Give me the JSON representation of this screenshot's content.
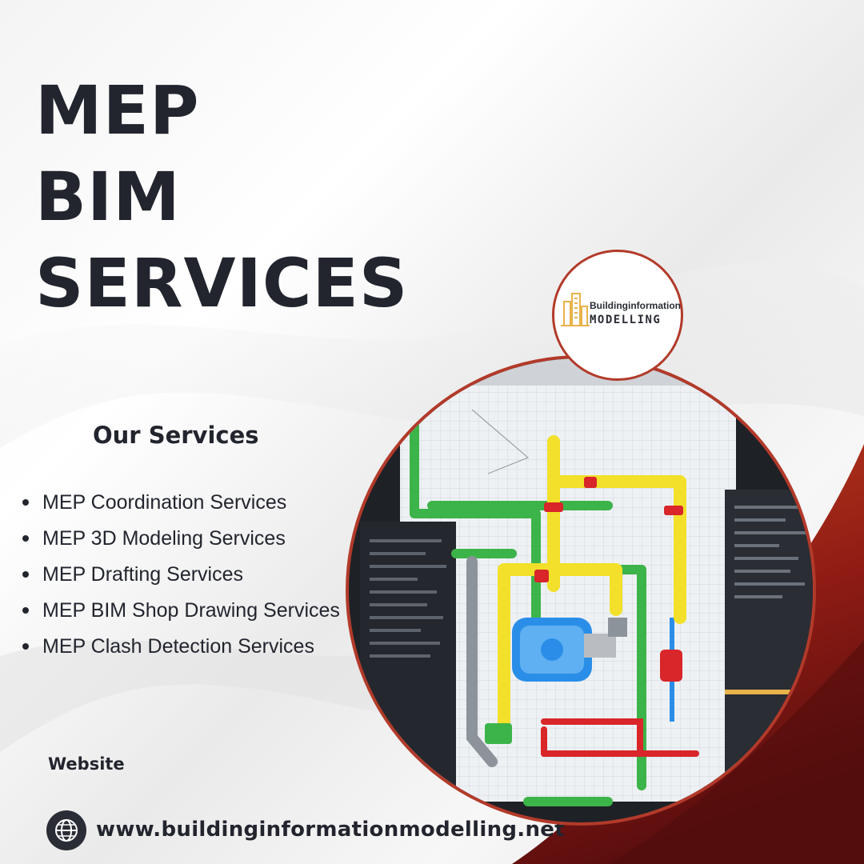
{
  "headline": {
    "lines": [
      "MEP",
      "BIM",
      "SERVICES"
    ]
  },
  "services": {
    "title": "Our Services",
    "items": [
      "MEP Coordination Services",
      "MEP 3D Modeling Services",
      "MEP Drafting Services",
      "MEP BIM Shop Drawing Services",
      "MEP Clash Detection Services"
    ]
  },
  "website": {
    "label": "Website",
    "url": "www.buildinginformationmodelling.net"
  },
  "logo": {
    "line1": "Buildinginformation",
    "line2": "MODELLING"
  },
  "colors": {
    "text_dark": "#22252e",
    "accent_red": "#b23a2a",
    "accent_dark_red": "#5a0e0e",
    "logo_gold": "#e8b34a",
    "pipe_yellow": "#f2e02a",
    "pipe_green": "#3cb44a",
    "pipe_red": "#d8262a",
    "pipe_blue": "#2a8ee8"
  },
  "icons": {
    "globe": "globe-icon",
    "logo_mark": "building-icon"
  }
}
